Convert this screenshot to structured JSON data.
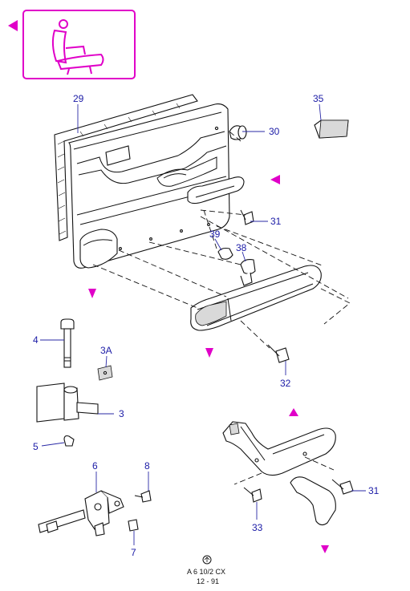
{
  "symbol_box": {
    "icon": "seat-icon",
    "color": "#e000c8"
  },
  "markers": {
    "color": "#e000c8",
    "shape": "triangle"
  },
  "callouts": {
    "c29": "29",
    "c35": "35",
    "c30": "30",
    "c31a": "31",
    "c39": "39",
    "c38": "38",
    "c32": "32",
    "c4": "4",
    "c3a": "3A",
    "c3": "3",
    "c5": "5",
    "c6": "6",
    "c8": "8",
    "c7": "7",
    "c31b": "31",
    "c33": "33"
  },
  "footer": {
    "code": "A 6 10/2 CX",
    "date": "12 - 91"
  }
}
